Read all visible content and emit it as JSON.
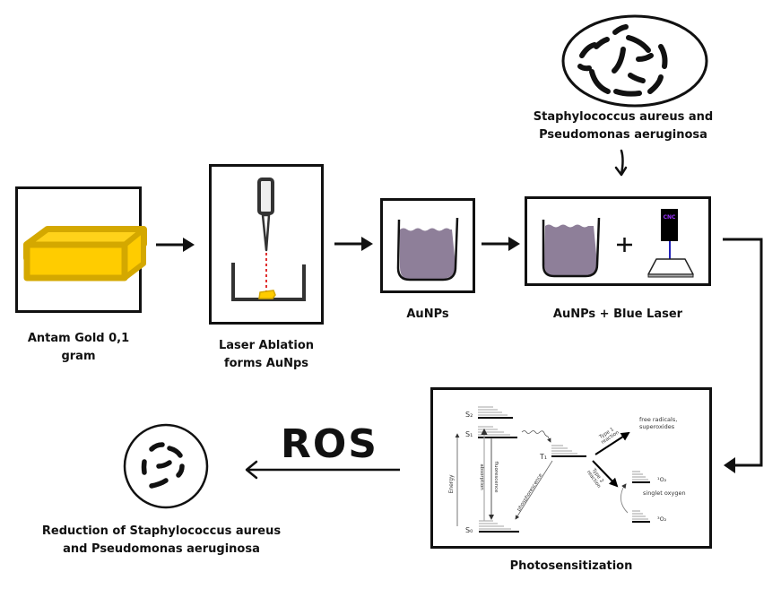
{
  "steps": {
    "gold": {
      "label_line1": "Antam Gold 0,1",
      "label_line2": "gram"
    },
    "ablation": {
      "label_line1": "Laser Ablation",
      "label_line2": "forms AuNps"
    },
    "aunps": {
      "label": "AuNPs"
    },
    "blue_laser": {
      "label": "AuNPs + Blue Laser",
      "plus": "+",
      "device_text": "CNC"
    },
    "bacteria_input": {
      "label_line1": "Staphylococcus aureus and",
      "label_line2": "Pseudomonas aeruginosa"
    },
    "photosensitization": {
      "label": "Photosensitization"
    },
    "ros": {
      "label": "ROS"
    },
    "reduction": {
      "label_line1": "Reduction of Staphylococcus aureus",
      "label_line2": "and Pseudomonas aeruginosa"
    }
  },
  "jablonski": {
    "s2": "S₂",
    "s1": "S₁",
    "s0": "S₀",
    "t1": "T₁",
    "energy": "Energy",
    "absorption": "absorption",
    "fluorescence": "fluorescence",
    "phosphorescence": "phosphorescence",
    "type1_line1": "Type 1",
    "type1_line2": "reaction",
    "type2_line1": "Type 2",
    "type2_line2": "reaction",
    "free_radicals_line1": "free radicals,",
    "free_radicals_line2": "superoxides",
    "singlet_o2": "¹O₂",
    "triplet_o2": "³O₂",
    "singlet_oxygen": "singlet oxygen"
  },
  "colors": {
    "gold_fill": "#FFCC00",
    "gold_edge": "#D4A800",
    "solution": "#8E7F99",
    "laser_dots": "#E03030",
    "blue_beam": "#2222BB",
    "cnc_text": "#9B30FF"
  }
}
